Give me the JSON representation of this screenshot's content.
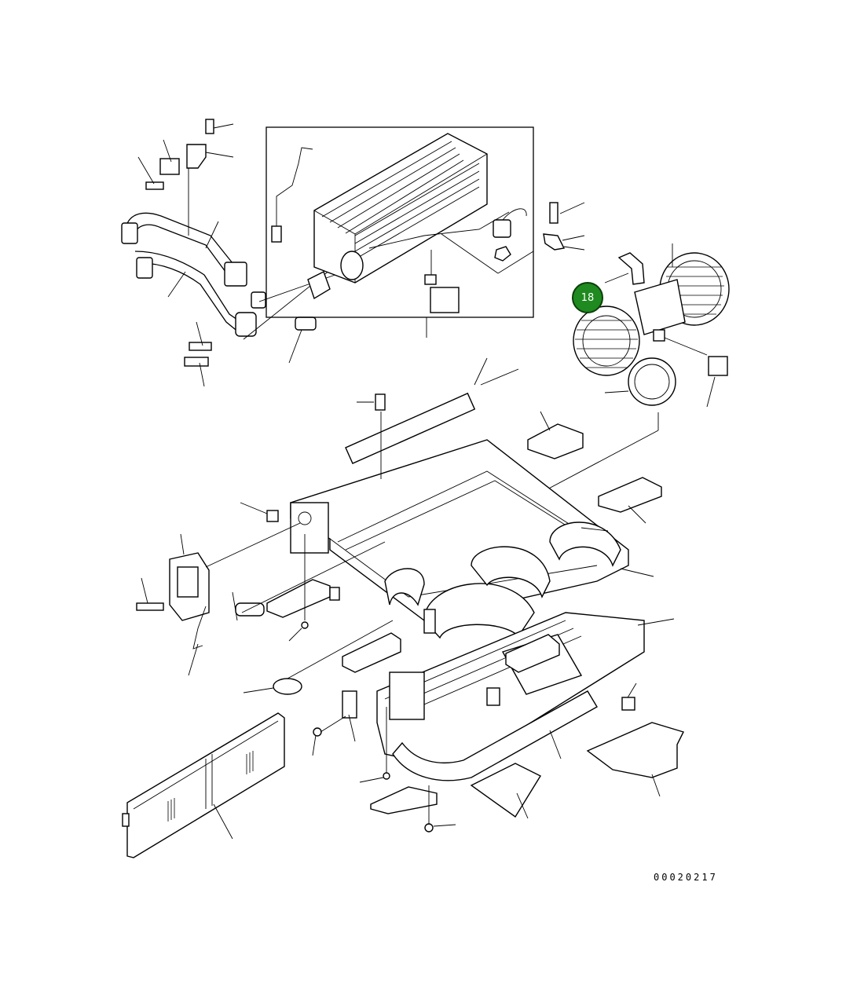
{
  "callouts": [
    {
      "id": "18",
      "label": "18",
      "color": "#1f8a1f",
      "border": "#0b3f0b"
    }
  ],
  "drawing_number": "00020217"
}
